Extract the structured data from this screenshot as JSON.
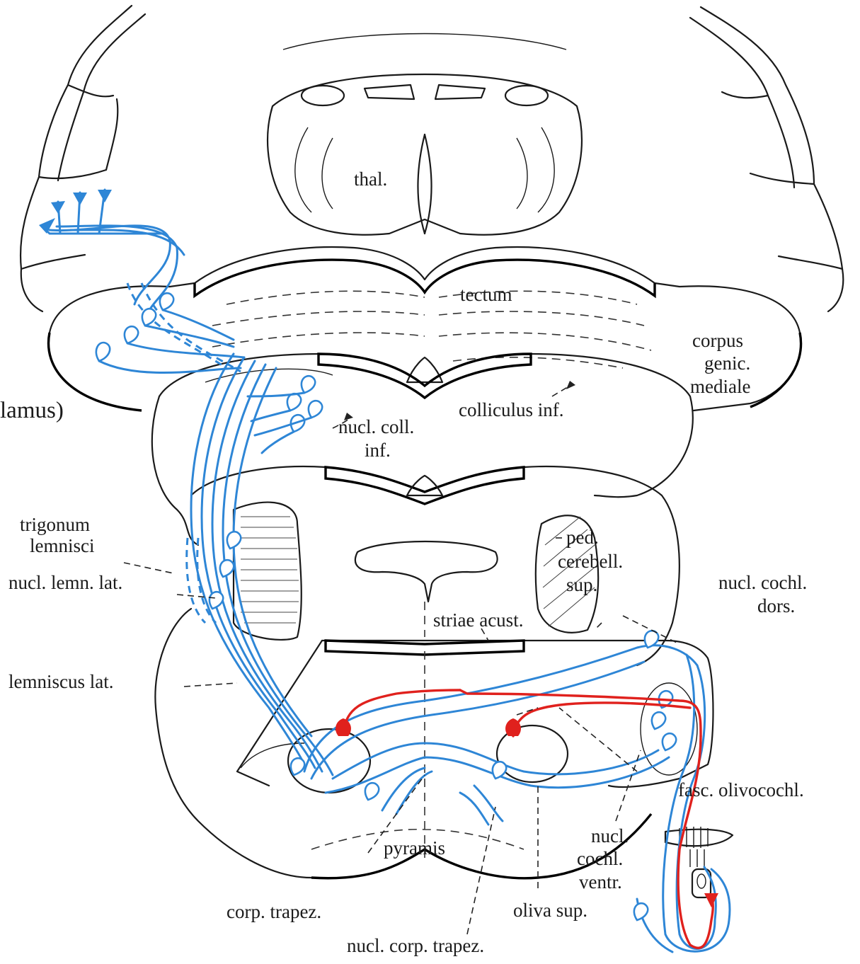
{
  "labels": {
    "thal": "thal.",
    "tectum": "tectum",
    "corpus_genic": [
      "corpus",
      "genic.",
      "mediale"
    ],
    "colliculus_inf": "colliculus inf.",
    "nucl_coll_inf": [
      "nucl. coll.",
      "inf."
    ],
    "thalamus_partial": "lamus)",
    "trigonum_lemnisci": [
      "trigonum",
      "lemnisci"
    ],
    "nucl_lemn_lat": "nucl. lemn. lat.",
    "ped_cerebell_sup": [
      "ped.",
      "cerebell.",
      "sup."
    ],
    "nucl_cochl_dors": [
      "nucl. cochl.",
      "dors."
    ],
    "striae_acust": "striae acust.",
    "lemniscus_lat": "lemniscus lat.",
    "fasc_olivocochl": "fasc. olivocochl.",
    "nucl_cochl_ventr": [
      "nucl.",
      "cochl.",
      "ventr."
    ],
    "pyramis": "pyramis",
    "corp_trapez": "corp. trapez.",
    "oliva_sup": "oliva sup.",
    "nucl_corp_trapez": "nucl. corp. trapez."
  },
  "colors": {
    "afferent_pathway": "#2e86d6",
    "efferent_pathway": "#e0211d",
    "outline": "#1a1a1a"
  }
}
